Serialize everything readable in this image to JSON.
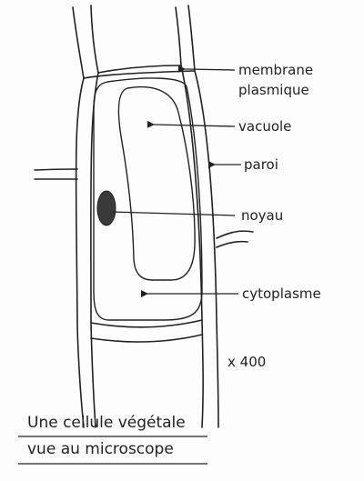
{
  "labels": {
    "membrane_line1": "membrane",
    "membrane_line2": "plasmique",
    "vacuole": "vacuole",
    "paroi": "paroi",
    "noyau": "noyau",
    "cytoplasme": "cytoplasme",
    "magnification": "x 400"
  },
  "caption": {
    "line1": "Une cellule végétale",
    "line2": "vue au microscope"
  },
  "colors": {
    "ink": "#222222",
    "nucleus": "#3a3a3a",
    "paper": "#fdfdfd"
  }
}
